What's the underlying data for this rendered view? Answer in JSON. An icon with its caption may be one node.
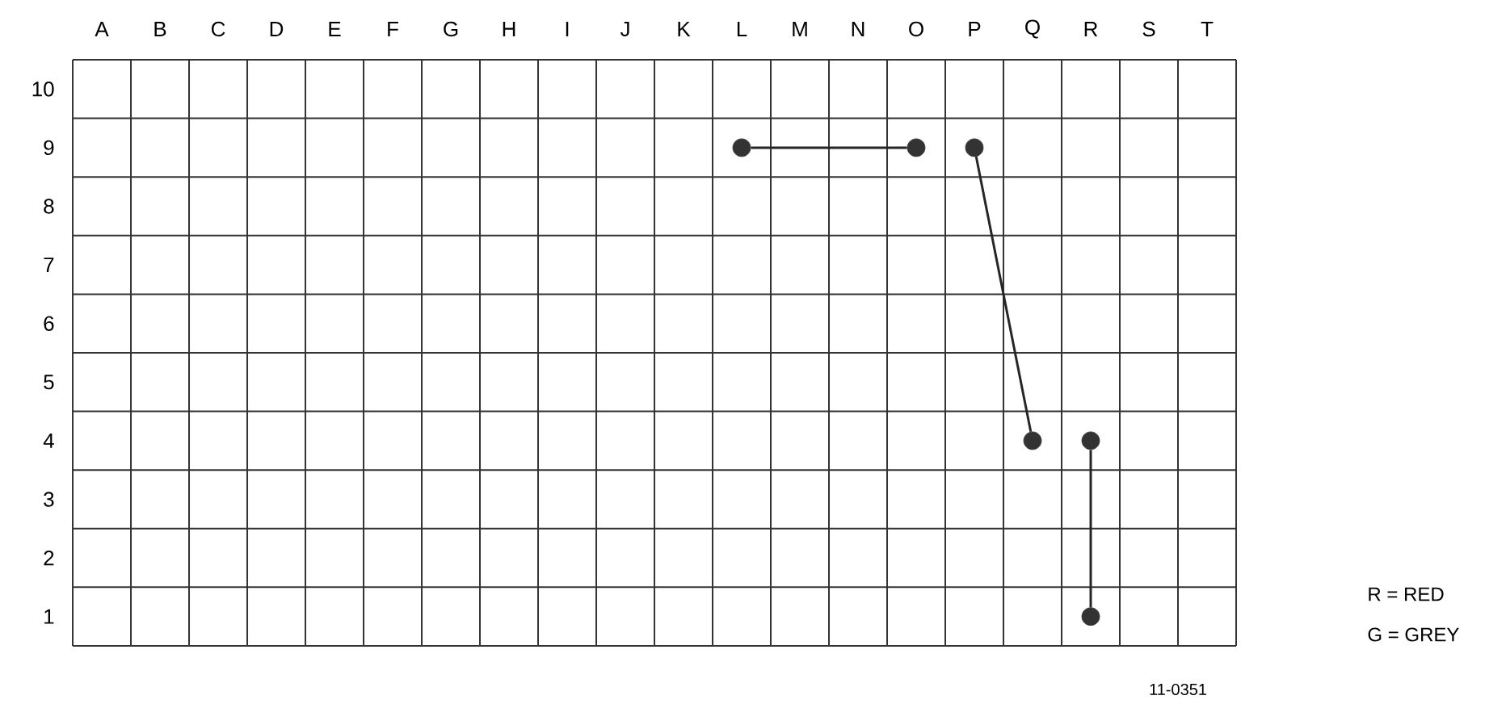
{
  "diagram": {
    "nodes": [
      {
        "text": [],
        "shape": "circle"
      },
      {
        "text": [],
        "shape": "circle"
      },
      {
        "text": [],
        "shape": "circle"
      },
      {
        "text": [],
        "shape": "circle"
      },
      {
        "text": [],
        "shape": "circle"
      },
      {
        "text": [],
        "shape": "circle"
      }
    ],
    "edges": [
      {
        "from": 0,
        "to": 1,
        "arrow": "none"
      },
      {
        "from": 2,
        "to": 3,
        "arrow": "none"
      },
      {
        "from": 4,
        "to": 5,
        "arrow": "none"
      }
    ],
    "labels": [
      "A",
      "B",
      "C",
      "D",
      "E",
      "F",
      "G",
      "H",
      "I",
      "J",
      "K",
      "L",
      "M",
      "N",
      "O",
      "P",
      "Q",
      "R",
      "S",
      "T",
      "10",
      "9",
      "8",
      "7",
      "6",
      "5",
      "4",
      "3",
      "2",
      "1",
      "R = RED",
      "G = GREY",
      "11-0351"
    ]
  }
}
